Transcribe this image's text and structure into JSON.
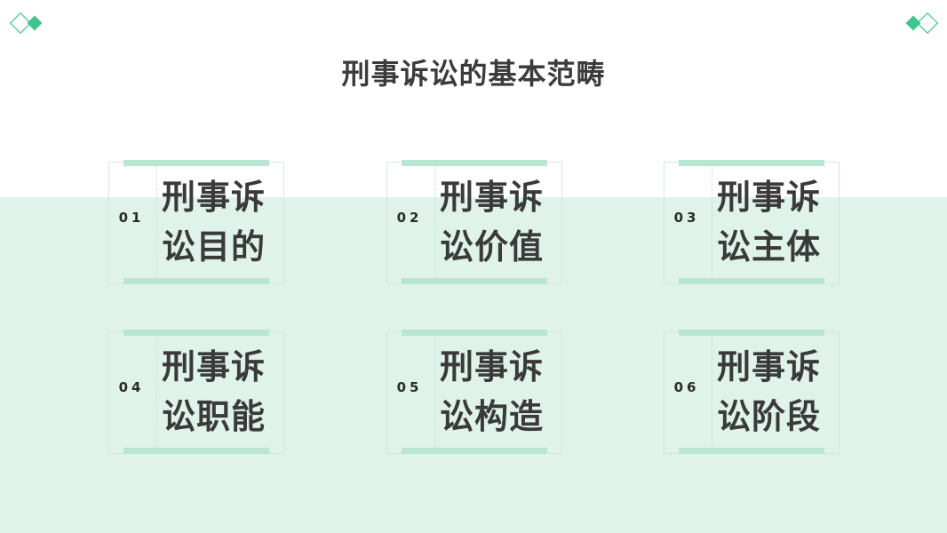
{
  "title": "刑事诉讼的基本范畴",
  "colors": {
    "accent": "#3fc48e",
    "band": "#dff3ea",
    "bar": "#b9e5d3",
    "text": "#3a3a3a"
  },
  "cards": [
    {
      "number": "01",
      "line1": "刑事诉",
      "line2": "讼目的"
    },
    {
      "number": "02",
      "line1": "刑事诉",
      "line2": "讼价值"
    },
    {
      "number": "03",
      "line1": "刑事诉",
      "line2": "讼主体"
    },
    {
      "number": "04",
      "line1": "刑事诉",
      "line2": "讼职能"
    },
    {
      "number": "05",
      "line1": "刑事诉",
      "line2": "讼构造"
    },
    {
      "number": "06",
      "line1": "刑事诉",
      "line2": "讼阶段"
    }
  ]
}
